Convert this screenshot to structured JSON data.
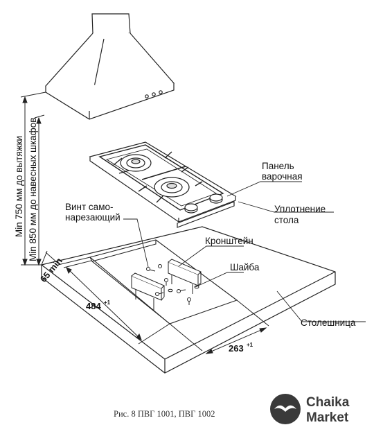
{
  "labels": {
    "hob_line1": "Панель",
    "hob_line2": "варочная",
    "seal_line1": "Уплотнение",
    "seal_line2": "стола",
    "screw_line1": "Винт само-",
    "screw_line2": "нарезающий",
    "bracket": "Кронштейн",
    "washer": "Шайба",
    "countertop": "Столешница"
  },
  "dimensions": {
    "hood_clearance": "Min 750 мм до вытяжки",
    "cabinet_clearance": "Min 850 мм до навесных шкафов",
    "edge_min": "65 min",
    "cutout_length": "484",
    "cutout_length_tol": "+1",
    "cutout_width": "263",
    "cutout_width_tol": "+1"
  },
  "caption": "Рис. 8     ПВГ 1001, ПВГ 1002",
  "brand": {
    "line1": "Chaika",
    "line2": "Market",
    "icon": "seagull-logo-icon"
  }
}
